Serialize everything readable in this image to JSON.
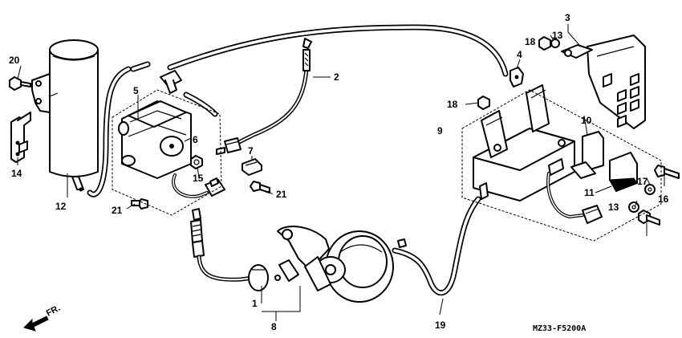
{
  "diagram": {
    "code": "MZ33-F5200A",
    "direction": "FR.",
    "callouts": [
      "20",
      "14",
      "12",
      "5",
      "6",
      "15",
      "21",
      "7",
      "21",
      "2",
      "1",
      "8",
      "19",
      "18",
      "13",
      "3",
      "4",
      "18",
      "9",
      "10",
      "11",
      "13",
      "17",
      "16"
    ]
  }
}
